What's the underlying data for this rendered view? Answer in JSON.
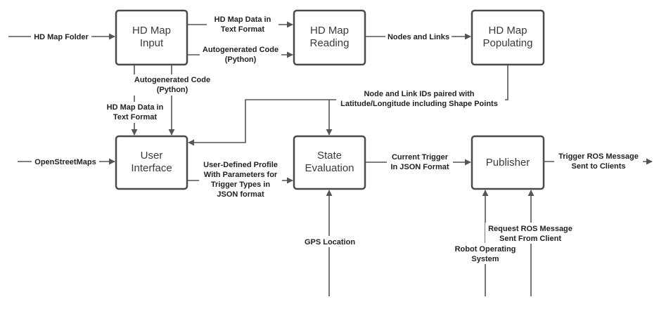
{
  "nodes": {
    "hd_map_input": [
      "HD Map",
      "Input"
    ],
    "hd_map_reading": [
      "HD Map",
      "Reading"
    ],
    "hd_map_populating": [
      "HD Map",
      "Populating"
    ],
    "user_interface": [
      "User",
      "Interface"
    ],
    "state_evaluation": [
      "State",
      "Evaluation"
    ],
    "publisher": [
      "Publisher"
    ]
  },
  "edges": {
    "hd_map_folder": [
      "HD Map Folder"
    ],
    "input_to_reading_text": [
      "HD Map Data in",
      "Text Format"
    ],
    "input_to_reading_code": [
      "Autogenerated Code",
      "(Python)"
    ],
    "reading_to_populating": [
      "Nodes and Links"
    ],
    "populating_ids": [
      "Node and Link IDs paired with",
      "Latitude/Longitude including Shape Points"
    ],
    "input_to_ui_code": [
      "Autogenerated Code",
      "(Python)"
    ],
    "input_to_ui_text": [
      "HD Map Data in",
      "Text Format"
    ],
    "openstreetmaps": [
      "OpenStreetMaps"
    ],
    "ui_to_state": [
      "User-Defined Profile",
      "With Parameters for",
      "Trigger Types in",
      "JSON format"
    ],
    "state_to_publisher": [
      "Current Trigger",
      "In JSON Format"
    ],
    "publisher_out": [
      "Trigger ROS Message",
      "Sent to Clients"
    ],
    "gps": [
      "GPS Location"
    ],
    "ros_system": [
      "Robot Operating",
      "System"
    ],
    "ros_request": [
      "Request ROS Message",
      "Sent From Client"
    ]
  },
  "colors": {
    "box_stroke": "#4a4a4a",
    "edge": "#555555",
    "text": "#222222"
  }
}
